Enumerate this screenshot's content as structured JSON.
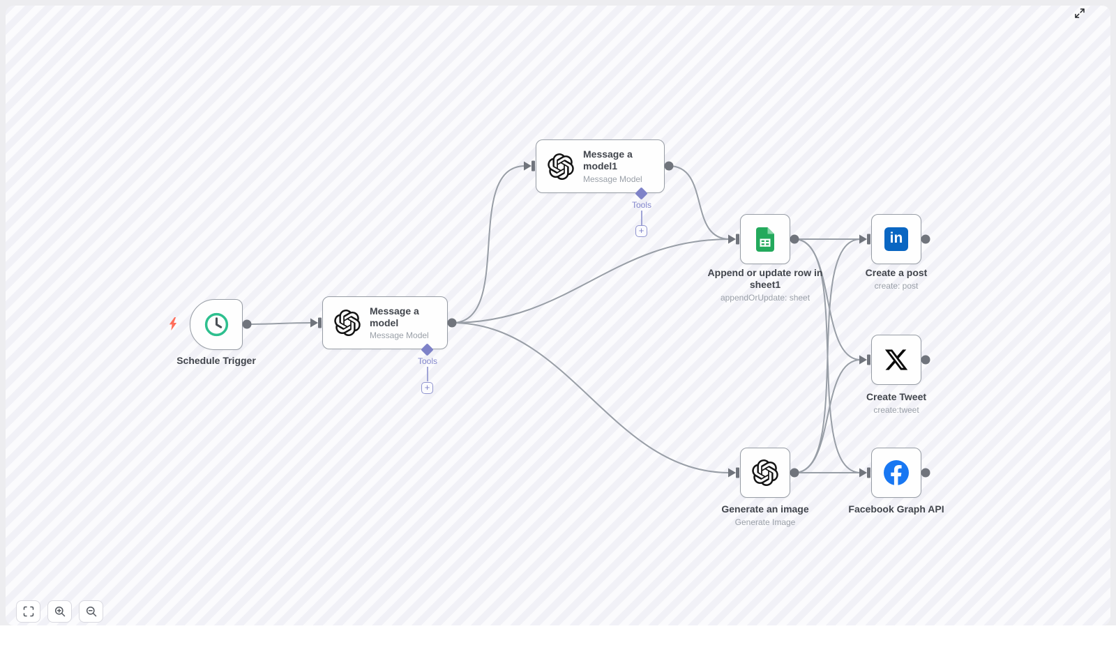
{
  "workflow": {
    "nodes": {
      "schedule": {
        "label": "Schedule Trigger",
        "icon": "clock-icon"
      },
      "model": {
        "title": "Message a model",
        "subtitle": "Message Model",
        "tools": "Tools",
        "add": "+",
        "icon": "openai-icon"
      },
      "model1": {
        "title": "Message a model1",
        "subtitle": "Message Model",
        "tools": "Tools",
        "add": "+",
        "icon": "openai-icon"
      },
      "sheets": {
        "label": "Append or update row in sheet1",
        "subtitle": "appendOrUpdate: sheet",
        "icon": "google-sheets-icon"
      },
      "post": {
        "label": "Create a post",
        "subtitle": "create: post",
        "icon": "linkedin-icon",
        "badge_text": "in"
      },
      "tweet": {
        "label": "Create Tweet",
        "subtitle": "create:tweet",
        "icon": "x-icon"
      },
      "image": {
        "label": "Generate an image",
        "subtitle": "Generate Image",
        "icon": "openai-icon"
      },
      "facebook": {
        "label": "Facebook Graph API",
        "icon": "facebook-icon"
      }
    },
    "anchors": {
      "schedule": {
        "out": [
          348,
          465
        ]
      },
      "model": {
        "in": [
          462,
          463
        ],
        "out": [
          642,
          463
        ]
      },
      "model1": {
        "in": [
          768,
          238
        ],
        "out": [
          953,
          238
        ]
      },
      "sheets": {
        "in": [
          1061,
          343
        ],
        "out": [
          1133,
          343
        ]
      },
      "post": {
        "in": [
          1249,
          343
        ],
        "out": [
          1321,
          343
        ]
      },
      "tweet": {
        "in": [
          1249,
          516
        ],
        "out": [
          1321,
          516
        ]
      },
      "image": {
        "in": [
          1061,
          678
        ],
        "out": [
          1133,
          678
        ]
      },
      "facebook": {
        "in": [
          1249,
          678
        ],
        "out": [
          1321,
          678
        ]
      }
    },
    "connections": [
      {
        "from": "schedule",
        "to": "model",
        "off": 40
      },
      {
        "from": "model",
        "to": "model1",
        "off": 90
      },
      {
        "from": "model",
        "to": "sheets",
        "off": 170
      },
      {
        "from": "model",
        "to": "image",
        "off": 170
      },
      {
        "from": "model1",
        "to": "sheets",
        "off": 60
      },
      {
        "from": "sheets",
        "to": "post",
        "off": 40
      },
      {
        "from": "sheets",
        "to": "tweet",
        "off": 60
      },
      {
        "from": "sheets",
        "to": "facebook",
        "off": 85
      },
      {
        "from": "image",
        "to": "facebook",
        "off": 40
      },
      {
        "from": "image",
        "to": "tweet",
        "off": 60
      },
      {
        "from": "image",
        "to": "post",
        "off": 85
      }
    ]
  },
  "controls": {
    "zoom_to_fit": "zoom-to-fit-icon",
    "zoom_in": "zoom-in-icon",
    "zoom_out": "zoom-out-icon",
    "expand": "expand-icon",
    "trigger_indicator": "lightning-icon"
  },
  "colors": {
    "edge": "#989ea6",
    "port": "#70747c",
    "node_border": "#979da5",
    "tools_accent": "#7e82c8",
    "trigger_bolt": "#ff6d5a",
    "clock_green": "#2ebf8e",
    "sheets_green": "#23a95c",
    "sheets_fold": "#87d6a8",
    "linkedin_blue": "#0a66c2",
    "facebook_blue": "#1877f2",
    "x_black": "#0b0b0b",
    "canvas_stripe_a": "#f1f1f7",
    "canvas_stripe_b": "#fbfbfd"
  }
}
